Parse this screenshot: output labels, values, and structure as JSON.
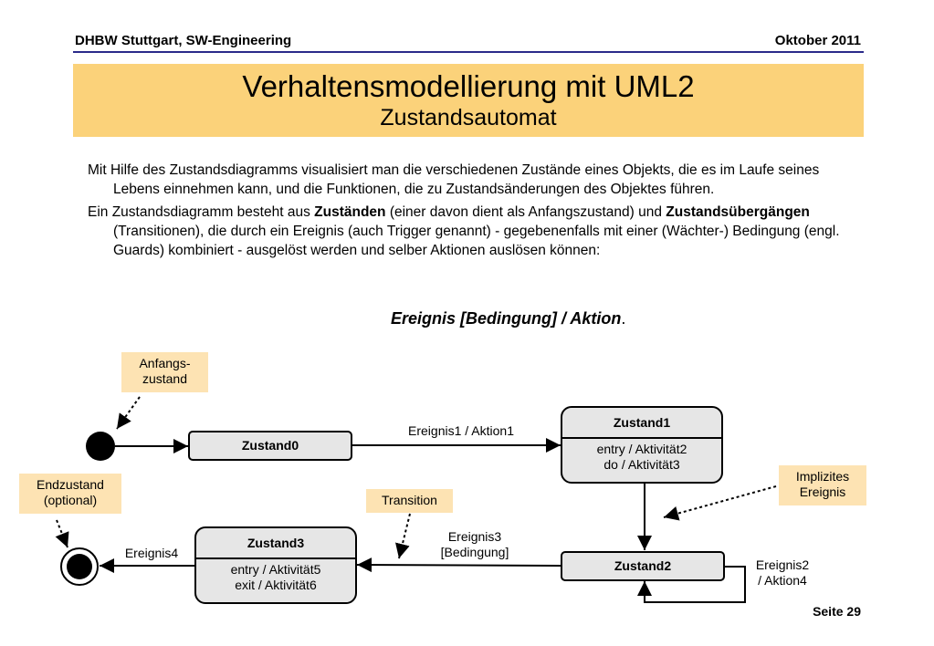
{
  "header": {
    "left": "DHBW Stuttgart, SW-Engineering",
    "right": "Oktober 2011"
  },
  "title": {
    "main": "Verhaltensmodellierung mit UML2",
    "sub": "Zustandsautomat"
  },
  "body": {
    "p1": "Mit Hilfe des Zustandsdiagramms visualisiert man die verschiedenen Zustände eines Objekts, die es im Laufe seines Lebens einnehmen kann, und die Funktionen, die zu Zustandsänderungen des Objektes führen.",
    "p2_a": "Ein Zustandsdiagramm besteht aus ",
    "p2_b": "Zuständen",
    "p2_c": " (einer davon dient als Anfangszustand) und ",
    "p2_d": "Zustandsübergängen",
    "p2_e": " (Transitionen), die durch ein Ereignis (auch Trigger genannt) - gegebenenfalls mit einer (Wächter-) Bedingung (engl. Guards) kombiniert - ausgelöst werden und selber Aktionen auslösen können:",
    "formula": "Ereignis [Bedingung] / Aktion",
    "formula_dot": "."
  },
  "notes": {
    "anfang_1": "Anfangs-",
    "anfang_2": "zustand",
    "end_1": "Endzustand",
    "end_2": "(optional)",
    "transition": "Transition",
    "implizit_1": "Implizites",
    "implizit_2": "Ereignis"
  },
  "states": {
    "z0": {
      "name": "Zustand0"
    },
    "z1": {
      "name": "Zustand1",
      "line1": "entry / Aktivität2",
      "line2": "do / Aktivität3"
    },
    "z2": {
      "name": "Zustand2"
    },
    "z3": {
      "name": "Zustand3",
      "line1": "entry / Aktivität5",
      "line2": "exit / Aktivität6"
    }
  },
  "transitions": {
    "e1": "Ereignis1 / Aktion1",
    "e3_1": "Ereignis3",
    "e3_2": "[Bedingung]",
    "e2_1": "Ereignis2",
    "e2_2": "/ Aktion4",
    "e4": "Ereignis4"
  },
  "footer": {
    "page": "Seite 29"
  }
}
